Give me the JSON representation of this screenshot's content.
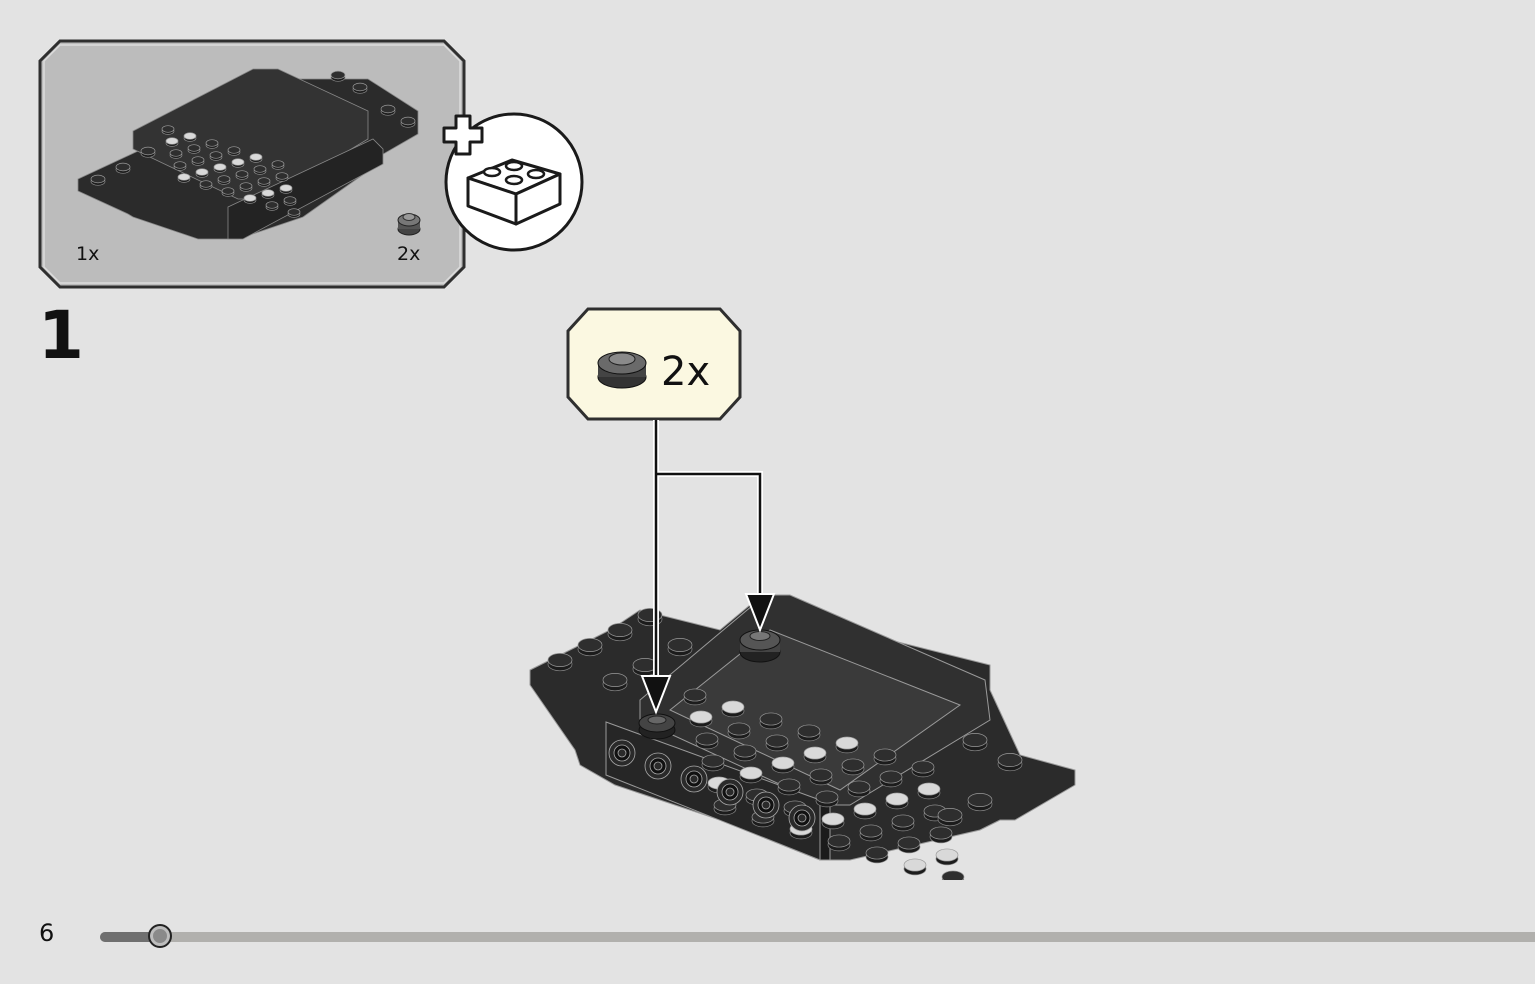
{
  "step": {
    "number": "1"
  },
  "parts_callout": {
    "items": [
      {
        "name": "vehicle-base-plate",
        "quantity": "1x"
      },
      {
        "name": "round-plate-1x1",
        "quantity": "2x"
      }
    ],
    "badge_icon": "duplo-brick-plus-icon"
  },
  "sub_callout": {
    "part_icon": "round-plate-1x1-icon",
    "quantity": "2x"
  },
  "footer": {
    "page_number": "6",
    "progress_fraction": 0.042
  },
  "colors": {
    "background": "#e3e3e3",
    "callout_fill": "#b9b9b9",
    "sub_callout_fill": "#fbf8e1",
    "brick": "#2b2b2b",
    "track": "#b1b0ad"
  }
}
